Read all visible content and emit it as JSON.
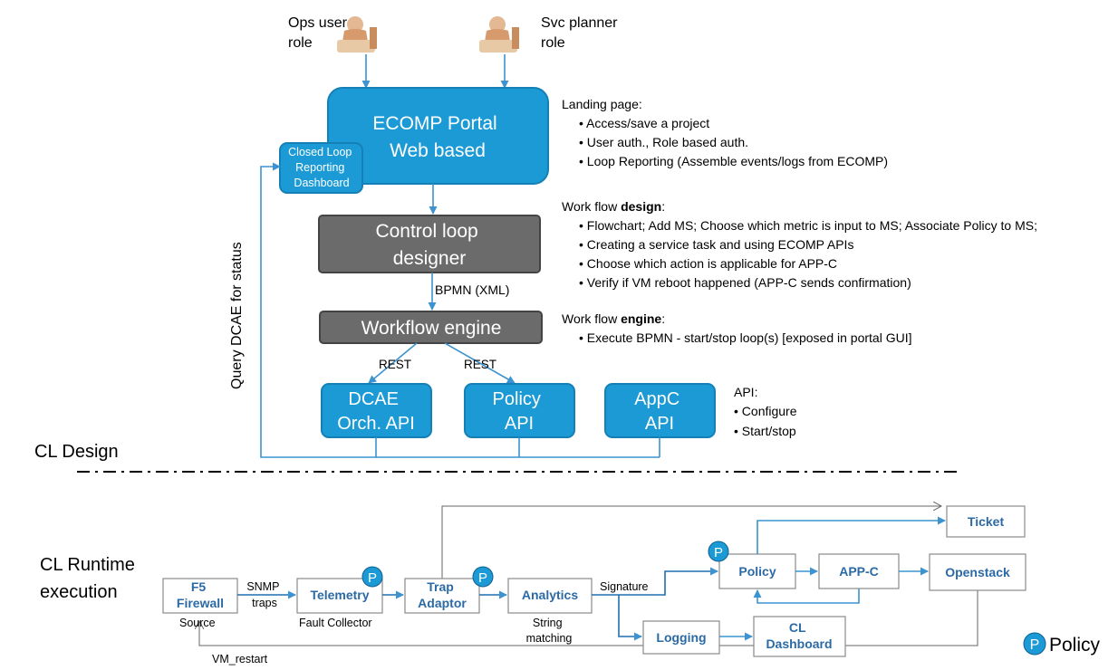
{
  "roles": {
    "ops": [
      "Ops user",
      "role"
    ],
    "svc": [
      "Svc planner",
      "role"
    ]
  },
  "portal": {
    "title": [
      "ECOMP Portal",
      "Web based"
    ],
    "closed_loop": [
      "Closed Loop",
      "Reporting",
      "Dashboard"
    ]
  },
  "designer": [
    "Control loop",
    "designer"
  ],
  "bpmn_label": "BPMN (XML)",
  "engine": "Workflow engine",
  "rest_left": "REST",
  "rest_right": "REST",
  "apis": {
    "dcae": [
      "DCAE",
      "Orch. API"
    ],
    "policy": [
      "Policy",
      "API"
    ],
    "appc": [
      "AppC",
      "API"
    ]
  },
  "query_label": "Query DCAE for status",
  "notes": {
    "landing_title": "Landing page:",
    "landing_items": [
      "• Access/save a project",
      "• User auth., Role based auth.",
      "• Loop Reporting (Assemble events/logs from ECOMP)"
    ],
    "design_title_prefix": "Work flow ",
    "design_title_bold": "design",
    "design_title_suffix": ":",
    "design_items": [
      "• Flowchart; Add MS; Choose which metric is input to MS; Associate Policy to MS;",
      "• Creating a service task and using ECOMP APIs",
      "• Choose which action is applicable for APP-C",
      "• Verify if VM reboot happened (APP-C sends confirmation)"
    ],
    "engine_title_prefix": "Work flow ",
    "engine_title_bold": "engine",
    "engine_title_suffix": ":",
    "engine_items": [
      "• Execute BPMN - start/stop loop(s) [exposed in portal GUI]"
    ],
    "api_title": "API:",
    "api_items": [
      "•   Configure",
      "•   Start/stop"
    ]
  },
  "section_design": "CL Design",
  "section_runtime": [
    "CL Runtime",
    "execution"
  ],
  "runtime": {
    "firewall": [
      "F5",
      "Firewall"
    ],
    "source": "Source",
    "snmp": [
      "SNMP",
      "traps"
    ],
    "telemetry": "Telemetry",
    "fault_collector": "Fault Collector",
    "trap": [
      "Trap",
      "Adaptor"
    ],
    "analytics": "Analytics",
    "string_matching": [
      "String",
      "matching"
    ],
    "signature": "Signature",
    "logging": "Logging",
    "cl_dashboard": [
      "CL",
      "Dashboard"
    ],
    "policy": "Policy",
    "appc": "APP-C",
    "openstack": "Openstack",
    "ticket": "Ticket",
    "vm_restart": "VM_restart",
    "p_badge": "P"
  },
  "legend": {
    "badge": "P",
    "label": "Policy"
  },
  "colors": {
    "blue": "#1b9ad6",
    "gray": "#6b6b6b",
    "runtime_text": "#2b6aa5"
  }
}
